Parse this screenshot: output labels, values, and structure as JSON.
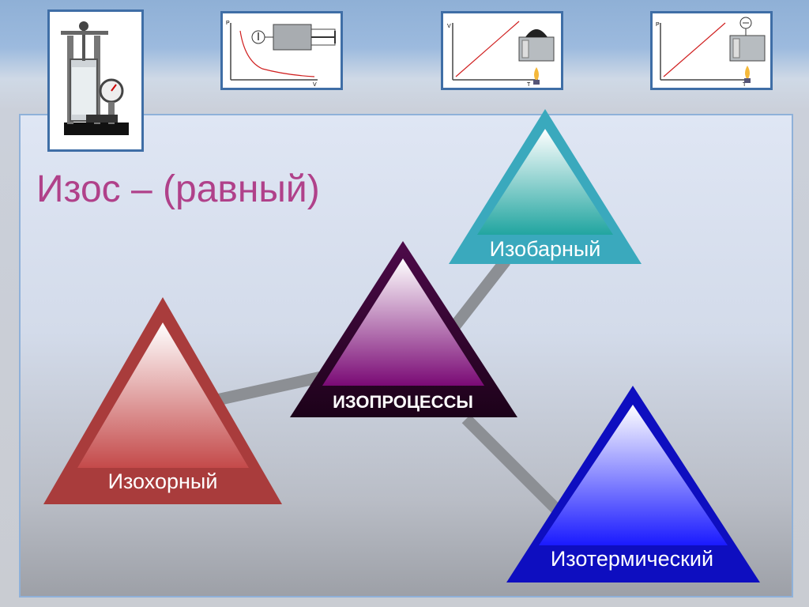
{
  "slide": {
    "title": "Изос – (равный)",
    "center_label": "ИЗОПРОЦЕССЫ",
    "nodes": {
      "isobaric": "Изобарный",
      "isochoric": "Изохорный",
      "isothermal": "Изотермический"
    }
  },
  "thumbnails": {
    "pv": {
      "y_axis": "P",
      "x_axis": "V"
    },
    "vt": {
      "y_axis": "V",
      "x_axis": "T"
    },
    "pt": {
      "y_axis": "P",
      "x_axis": "T"
    }
  },
  "colors": {
    "title": "#b0418a",
    "center": "#6a0a63",
    "isobaric": "#3bb3c3",
    "isochoric": "#a93a3a",
    "isothermal": "#1414c8",
    "connector": "#8a8d92"
  }
}
